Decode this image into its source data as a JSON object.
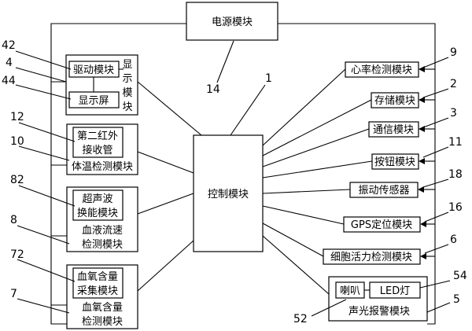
{
  "modules": {
    "power": "电源模块",
    "control": "控制模块",
    "drive": "驱动模块",
    "screen": "显示屏",
    "display_chars": [
      "显",
      "示",
      "模",
      "块"
    ],
    "ir_line1": "第二红外",
    "ir_line2": "接收管",
    "temp": "体温检测模块",
    "ultra_line1": "超声波",
    "ultra_line2": "换能模块",
    "blood_flow_line1": "血液流速",
    "blood_flow_line2": "检测模块",
    "oxy_collect_line1": "血氧含量",
    "oxy_collect_line2": "采集模块",
    "oxy_detect_line1": "血氧含量",
    "oxy_detect_line2": "检测模块",
    "heart": "心率检测模块",
    "storage": "存储模块",
    "comm": "通信模块",
    "button": "按钮模块",
    "vibration": "振动传感器",
    "gps": "GPS定位模块",
    "cell": "细胞活力检测模块",
    "horn": "喇叭",
    "led": "LED灯",
    "alarm": "声光报警模块"
  },
  "labels": {
    "n42": "42",
    "n4": "4",
    "n44": "44",
    "n12": "12",
    "n10": "10",
    "n82": "82",
    "n8": "8",
    "n72": "72",
    "n7": "7",
    "n14": "14",
    "n1": "1",
    "n9": "9",
    "n2": "2",
    "n3": "3",
    "n11": "11",
    "n18": "18",
    "n16": "16",
    "n6": "6",
    "n54": "54",
    "n5": "5",
    "n52": "52"
  }
}
